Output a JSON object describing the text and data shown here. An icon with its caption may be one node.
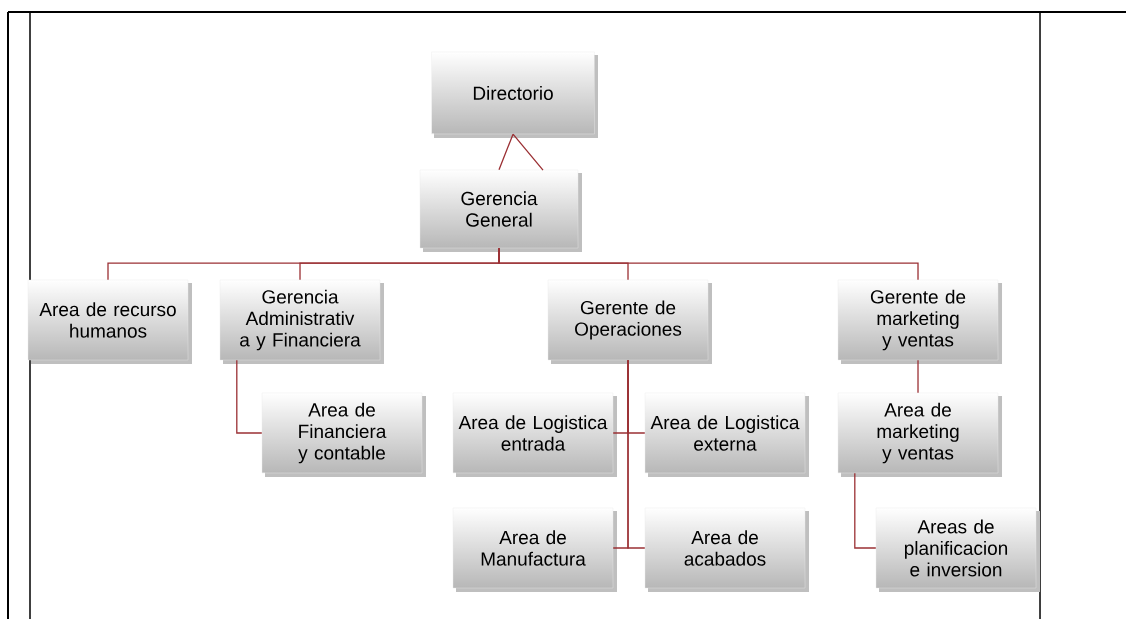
{
  "diagram": {
    "nodes": [
      {
        "text": [
          "Directorio"
        ]
      },
      {
        "text": [
          "Gerencia General"
        ]
      },
      {
        "text": [
          "Area de recurso humanos"
        ]
      },
      {
        "text": [
          "Gerencia Administrativ a y Financiera"
        ]
      },
      {
        "text": [
          "Gerente de Operaciones"
        ]
      },
      {
        "text": [
          "Gerente de marketing y ventas"
        ]
      },
      {
        "text": [
          "Area de Financiera y contable"
        ]
      },
      {
        "text": [
          "Area de Logistica entrada"
        ]
      },
      {
        "text": [
          "Area de Logistica externa"
        ]
      },
      {
        "text": [
          "Area de marketing y ventas"
        ]
      },
      {
        "text": [
          "Area de Manufactura"
        ]
      },
      {
        "text": [
          "Area de acabados"
        ]
      },
      {
        "text": [
          "Areas de planificacion e inversion"
        ]
      }
    ],
    "edges": [
      {
        "from": 0,
        "to": 1,
        "arrow": "none"
      },
      {
        "from": 1,
        "to": 2,
        "arrow": "none"
      },
      {
        "from": 1,
        "to": 3,
        "arrow": "none"
      },
      {
        "from": 1,
        "to": 4,
        "arrow": "none"
      },
      {
        "from": 1,
        "to": 5,
        "arrow": "none"
      },
      {
        "from": 3,
        "to": 6,
        "arrow": "none"
      },
      {
        "from": 4,
        "to": 7,
        "arrow": "none"
      },
      {
        "from": 4,
        "to": 8,
        "arrow": "none"
      },
      {
        "from": 4,
        "to": 10,
        "arrow": "none"
      },
      {
        "from": 4,
        "to": 11,
        "arrow": "none"
      },
      {
        "from": 5,
        "to": 9,
        "arrow": "none"
      },
      {
        "from": 9,
        "to": 12,
        "arrow": "none"
      }
    ]
  }
}
